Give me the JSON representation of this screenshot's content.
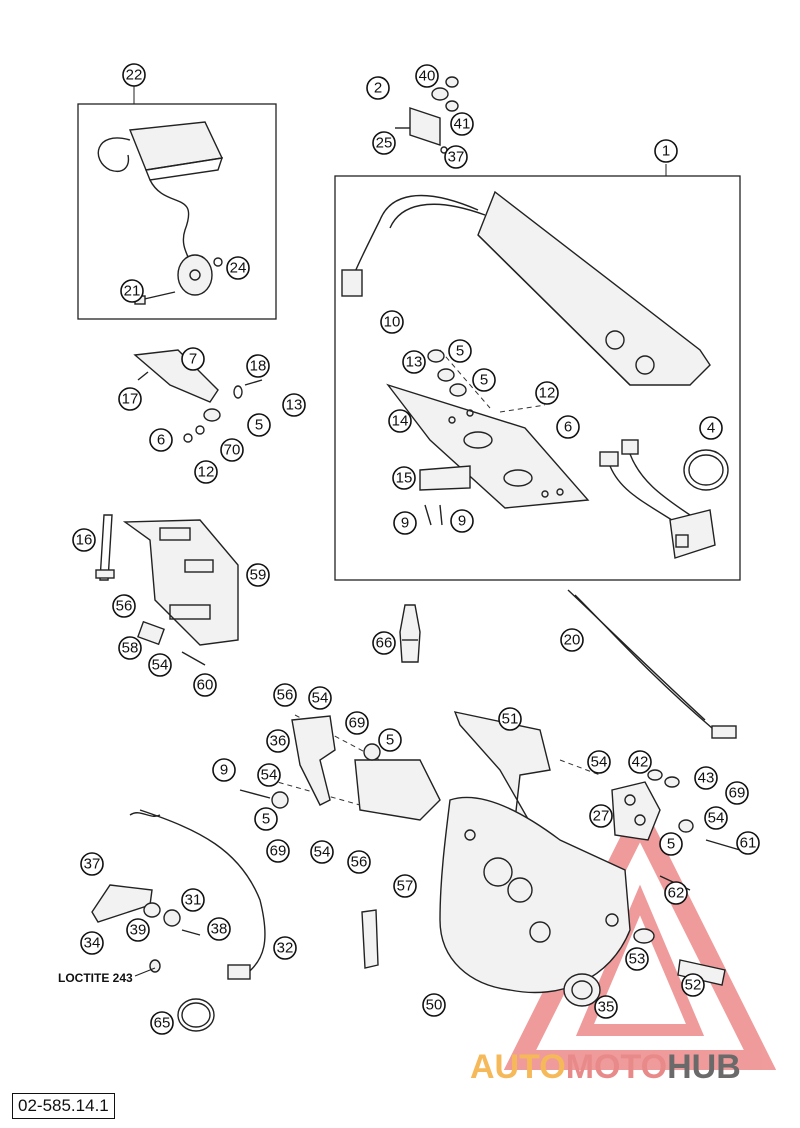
{
  "drawing_code": "02-585.14.1",
  "loctite_label": "LOCTITE 243",
  "watermark": {
    "part1": "AUTO",
    "part2": "MOTO",
    "part3": "HUB"
  },
  "callouts": [
    {
      "id": "c22",
      "label": "22"
    },
    {
      "id": "c2",
      "label": "2"
    },
    {
      "id": "c40",
      "label": "40"
    },
    {
      "id": "c41",
      "label": "41"
    },
    {
      "id": "c25",
      "label": "25"
    },
    {
      "id": "c37a",
      "label": "37"
    },
    {
      "id": "c1",
      "label": "1"
    },
    {
      "id": "c24",
      "label": "24"
    },
    {
      "id": "c21",
      "label": "21"
    },
    {
      "id": "c10",
      "label": "10"
    },
    {
      "id": "c13a",
      "label": "13"
    },
    {
      "id": "c5a",
      "label": "5"
    },
    {
      "id": "c5b",
      "label": "5"
    },
    {
      "id": "c12a",
      "label": "12"
    },
    {
      "id": "c6a",
      "label": "6"
    },
    {
      "id": "c14",
      "label": "14"
    },
    {
      "id": "c4",
      "label": "4"
    },
    {
      "id": "c15",
      "label": "15"
    },
    {
      "id": "c9a",
      "label": "9"
    },
    {
      "id": "c9b",
      "label": "9"
    },
    {
      "id": "c7",
      "label": "7"
    },
    {
      "id": "c18",
      "label": "18"
    },
    {
      "id": "c17",
      "label": "17"
    },
    {
      "id": "c13b",
      "label": "13"
    },
    {
      "id": "c5c",
      "label": "5"
    },
    {
      "id": "c6b",
      "label": "6"
    },
    {
      "id": "c70",
      "label": "70"
    },
    {
      "id": "c12b",
      "label": "12"
    },
    {
      "id": "c16",
      "label": "16"
    },
    {
      "id": "c59",
      "label": "59"
    },
    {
      "id": "c56a",
      "label": "56"
    },
    {
      "id": "c58",
      "label": "58"
    },
    {
      "id": "c54a",
      "label": "54"
    },
    {
      "id": "c60",
      "label": "60"
    },
    {
      "id": "c66",
      "label": "66"
    },
    {
      "id": "c20",
      "label": "20"
    },
    {
      "id": "c56b",
      "label": "56"
    },
    {
      "id": "c54b",
      "label": "54"
    },
    {
      "id": "c69a",
      "label": "69"
    },
    {
      "id": "c36",
      "label": "36"
    },
    {
      "id": "c5d",
      "label": "5"
    },
    {
      "id": "c51",
      "label": "51"
    },
    {
      "id": "c9c",
      "label": "9"
    },
    {
      "id": "c54c",
      "label": "54"
    },
    {
      "id": "c54d",
      "label": "54"
    },
    {
      "id": "c42",
      "label": "42"
    },
    {
      "id": "c43",
      "label": "43"
    },
    {
      "id": "c69b",
      "label": "69"
    },
    {
      "id": "c27",
      "label": "27"
    },
    {
      "id": "c54e",
      "label": "54"
    },
    {
      "id": "c5e",
      "label": "5"
    },
    {
      "id": "c69c",
      "label": "69"
    },
    {
      "id": "c5f",
      "label": "5"
    },
    {
      "id": "c61",
      "label": "61"
    },
    {
      "id": "c54f",
      "label": "54"
    },
    {
      "id": "c56c",
      "label": "56"
    },
    {
      "id": "c37b",
      "label": "37"
    },
    {
      "id": "c57",
      "label": "57"
    },
    {
      "id": "c62",
      "label": "62"
    },
    {
      "id": "c34",
      "label": "34"
    },
    {
      "id": "c39",
      "label": "39"
    },
    {
      "id": "c31",
      "label": "31"
    },
    {
      "id": "c38",
      "label": "38"
    },
    {
      "id": "c32",
      "label": "32"
    },
    {
      "id": "c53",
      "label": "53"
    },
    {
      "id": "c52",
      "label": "52"
    },
    {
      "id": "c50",
      "label": "50"
    },
    {
      "id": "c35",
      "label": "35"
    },
    {
      "id": "c65",
      "label": "65"
    }
  ]
}
